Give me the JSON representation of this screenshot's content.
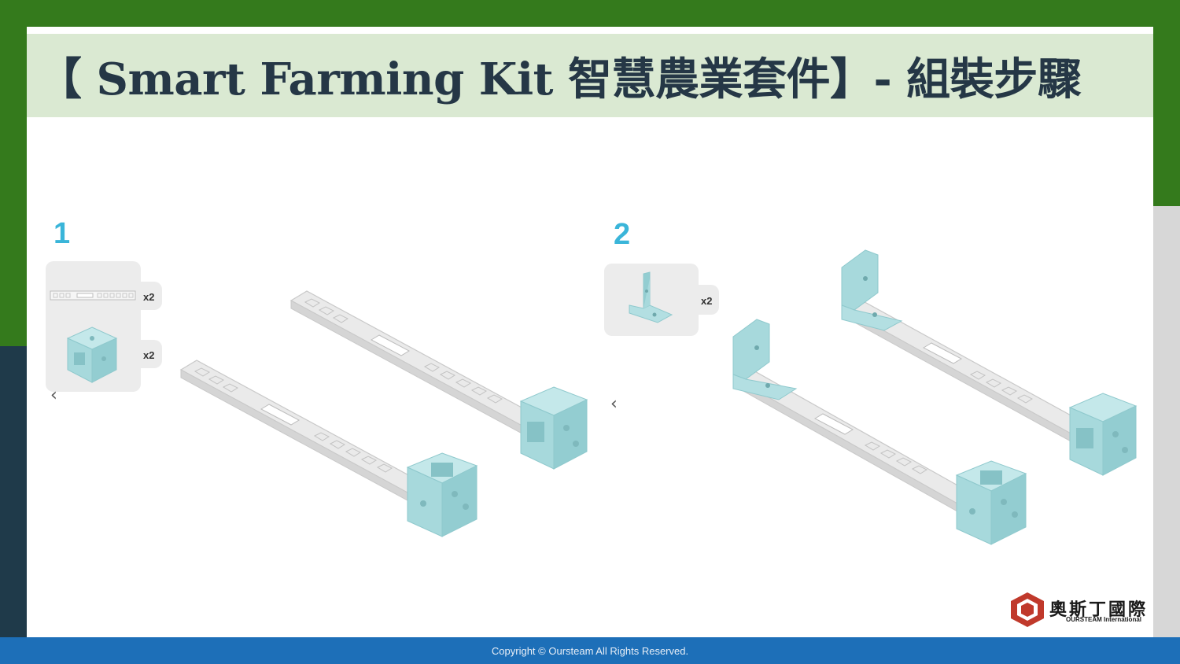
{
  "header": {
    "title": "【 Smart Farming Kit 智慧農業套件】- 組裝步驟"
  },
  "steps": [
    {
      "number": "1",
      "parts": [
        {
          "icon": "perforated-beam",
          "qty": "x2"
        },
        {
          "icon": "connector-cube",
          "qty": "x2"
        }
      ]
    },
    {
      "number": "2",
      "parts": [
        {
          "icon": "l-bracket",
          "qty": "x2"
        }
      ]
    }
  ],
  "nav": {
    "prev_icon": "chevron-left-icon"
  },
  "logo": {
    "name": "奧斯丁國際",
    "sub": "OURSTEAM International"
  },
  "footer": {
    "copyright": "Copyright © Oursteam All Rights Reserved."
  },
  "colors": {
    "background_green": "#347a1c",
    "title_bar": "#dae9d2",
    "title_text": "#253746",
    "footer_blue": "#1d6fb8",
    "step_number": "#3ab5d9",
    "part_teal": "#a7d9dc",
    "part_grey": "#e6e6e6"
  }
}
